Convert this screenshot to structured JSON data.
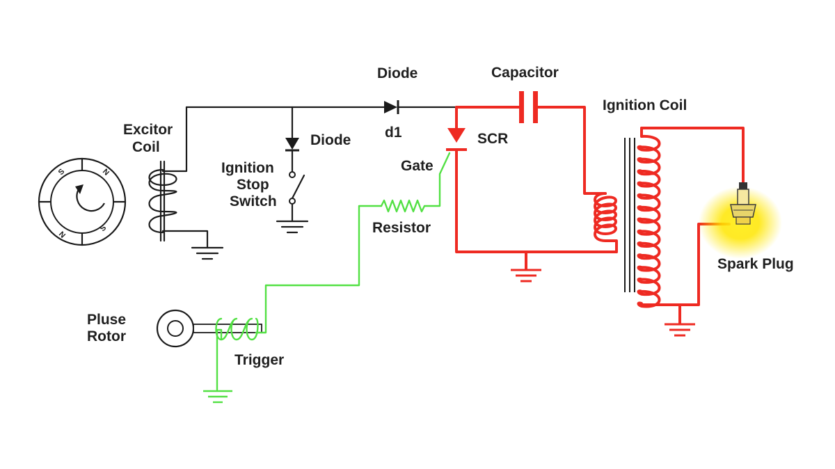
{
  "labels": {
    "diode_top": "Diode",
    "d1": "d1",
    "capacitor": "Capacitor",
    "ignition_coil": "Ignition Coil",
    "excitor_coil_line1": "Excitor",
    "excitor_coil_line2": "Coil",
    "diode_branch": "Diode",
    "ignition_stop_line1": "Ignition",
    "ignition_stop_line2": "Stop",
    "ignition_stop_line3": "Switch",
    "scr": "SCR",
    "gate": "Gate",
    "resistor": "Resistor",
    "spark_plug": "Spark Plug",
    "pulse_rotor_line1": "Pluse",
    "pulse_rotor_line2": "Rotor",
    "trigger": "Trigger"
  },
  "magnet_poles": [
    "S",
    "N",
    "N",
    "S"
  ],
  "colors": {
    "wire_primary": "#1a1a1a",
    "wire_ignition": "#ee2a22",
    "wire_trigger": "#52e043",
    "spark_glow": "#ffe600"
  }
}
